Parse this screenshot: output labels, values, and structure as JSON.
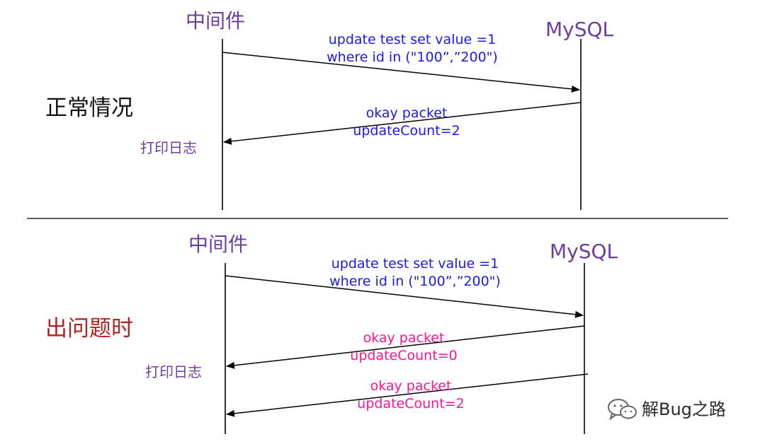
{
  "top": {
    "actor_left": "中间件",
    "actor_right": "MySQL",
    "section_label": "正常情况",
    "request": {
      "line1": "update test set value =1",
      "line2": "where id in (\"100”,”200\")"
    },
    "response": {
      "line1": "okay packet",
      "line2": "updateCount=2"
    },
    "log_label": "打印日志"
  },
  "bottom": {
    "actor_left": "中间件",
    "actor_right": "MySQL",
    "section_label": "出问题时",
    "request": {
      "line1": "update test set value =1",
      "line2": "where id in (\"100”,”200\")"
    },
    "response_1": {
      "line1": "okay packet",
      "line2": "updateCount=0"
    },
    "response_2": {
      "line1": "okay packet",
      "line2": "updateCount=2"
    },
    "log_label": "打印日志"
  },
  "watermark": {
    "icon": "wechat-icon",
    "text": "解Bug之路"
  },
  "colors": {
    "actor": "#6b3fa0",
    "request_text": "#1a1aee",
    "normal_response_text": "#1a1aee",
    "problem_response_text": "#ff1493",
    "normal_label": "#111111",
    "problem_label": "#b22222",
    "line": "#000000"
  }
}
